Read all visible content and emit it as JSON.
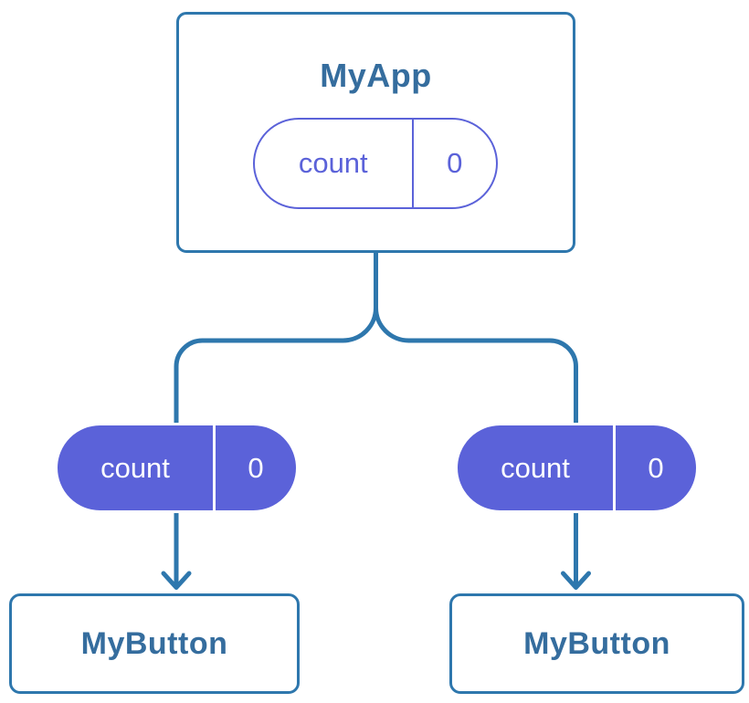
{
  "colors": {
    "line_blue": "#2e77ad",
    "label_blue": "#356d9e",
    "state_purple": "#5b62d9",
    "node_background": "#ffffff",
    "pill_text_on_purple": "#ffffff"
  },
  "tree": {
    "root": {
      "title": "MyApp",
      "state": {
        "key": "count",
        "value": "0"
      }
    },
    "children": [
      {
        "title": "MyButton",
        "state": {
          "key": "count",
          "value": "0"
        }
      },
      {
        "title": "MyButton",
        "state": {
          "key": "count",
          "value": "0"
        }
      }
    ]
  }
}
